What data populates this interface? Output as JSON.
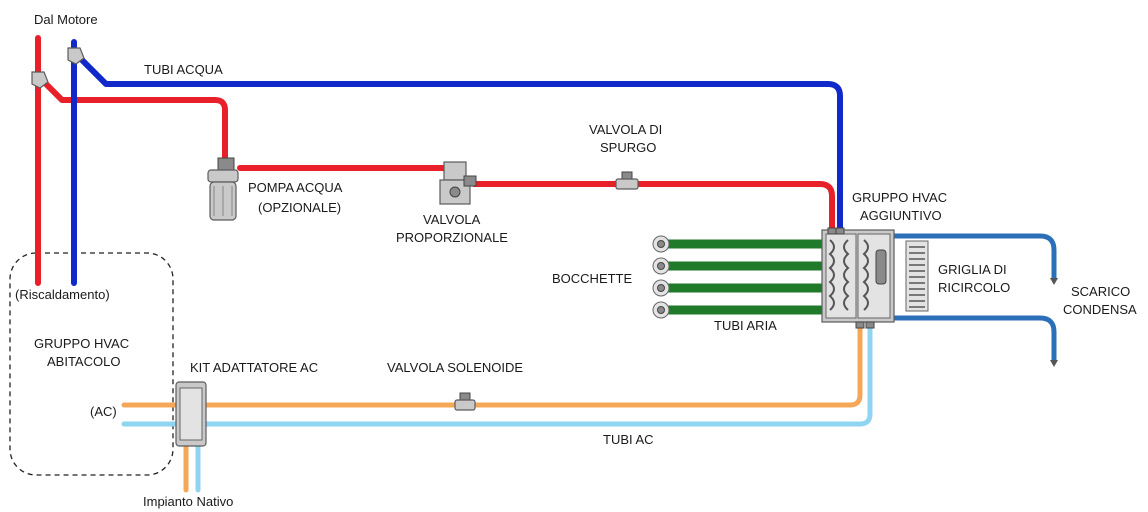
{
  "colors": {
    "heating_water": "#e8202a",
    "engine_water": "#1029c8",
    "ac_high": "#f4a857",
    "ac_low": "#8fd4f0",
    "condensate": "#2b6fb8",
    "air_duct": "#1f7a2a"
  },
  "labels": {
    "dal_motore": "Dal Motore",
    "tubi_acqua": "TUBI ACQUA",
    "valvola_spurgo_1": "VALVOLA DI",
    "valvola_spurgo_2": "SPURGO",
    "pompa_1": "POMPA ACQUA",
    "pompa_2": "(OPZIONALE)",
    "valvola_prop_1": "VALVOLA",
    "valvola_prop_2": "PROPORZIONALE",
    "hvac_agg_1": "GRUPPO HVAC",
    "hvac_agg_2": "AGGIUNTIVO",
    "bocchette": "BOCCHETTE",
    "griglia_1": "GRIGLIA DI",
    "griglia_2": "RICIRCOLO",
    "scarico_1": "SCARICO",
    "scarico_2": "CONDENSA",
    "tubi_aria": "TUBI ARIA",
    "riscaldamento": "(Riscaldamento)",
    "hvac_abit_1": "GRUPPO HVAC",
    "hvac_abit_2": "ABITACOLO",
    "kit_adattatore": "KIT ADATTATORE AC",
    "valvola_solenoide": "VALVOLA SOLENOIDE",
    "ac": "(AC)",
    "tubi_ac": "TUBI AC",
    "impianto_nativo": "Impianto Nativo"
  }
}
